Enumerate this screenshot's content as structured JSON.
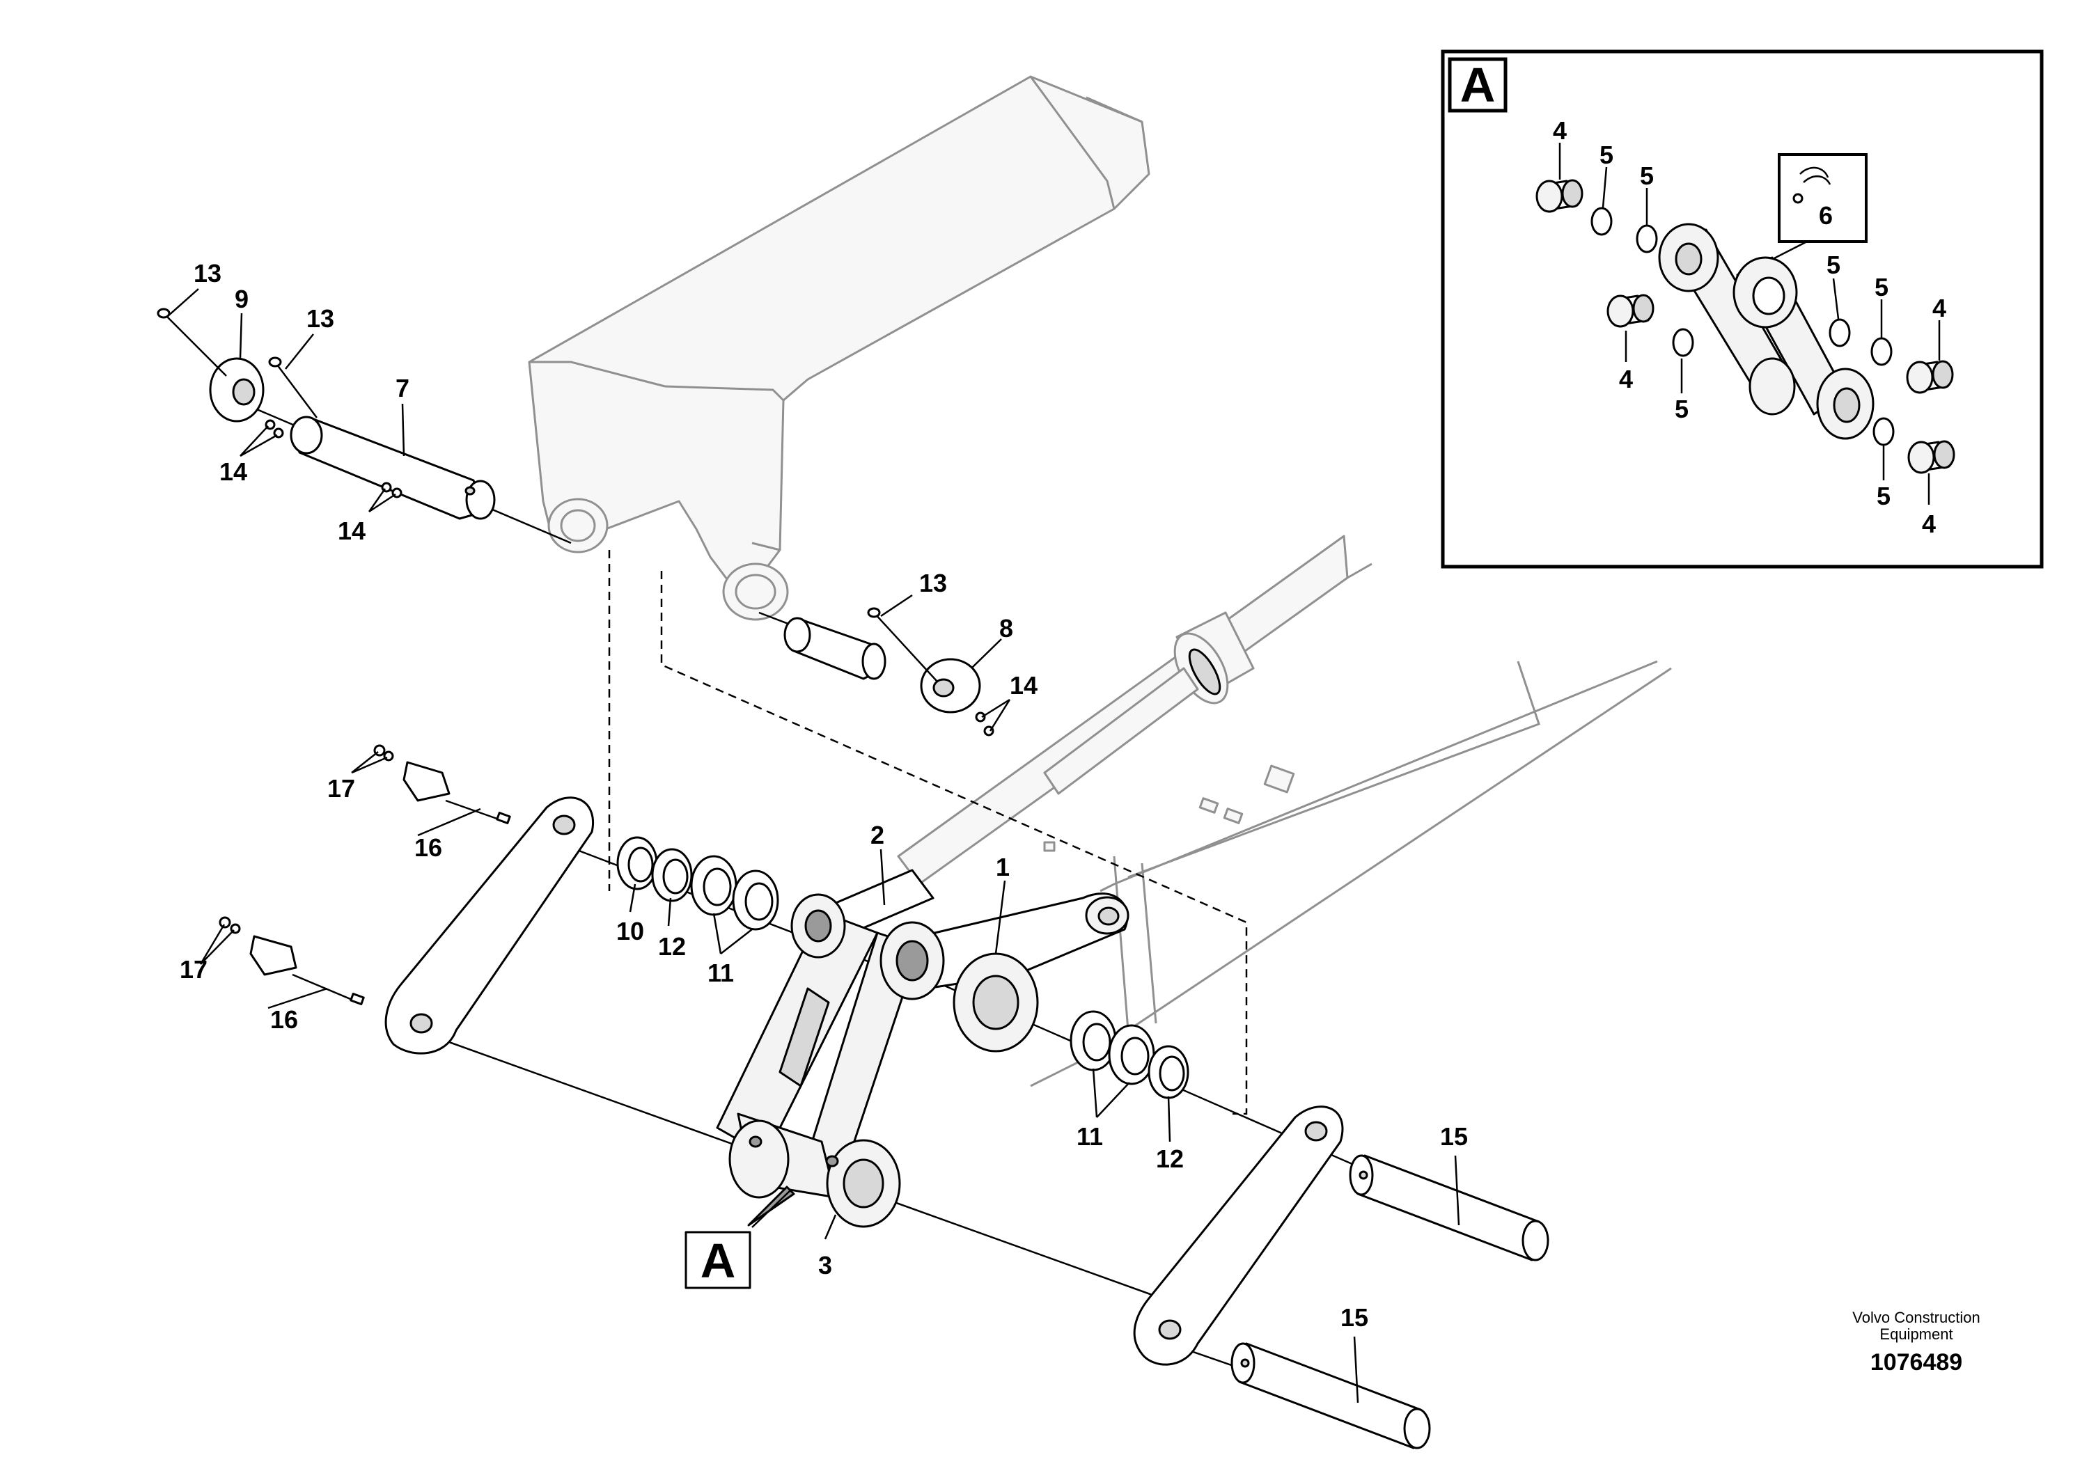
{
  "detail_view": {
    "tag": "A"
  },
  "view_marker": {
    "tag": "A"
  },
  "callouts": {
    "c1": "1",
    "c2": "2",
    "c3": "3",
    "c7": "7",
    "c8": "8",
    "c9": "9",
    "c10": "10",
    "c11a": "11",
    "c11b": "11",
    "c12a": "12",
    "c12b": "12",
    "c13a": "13",
    "c13b": "13",
    "c13c": "13",
    "c14a": "14",
    "c14b": "14",
    "c14c": "14",
    "c15a": "15",
    "c15b": "15",
    "c16a": "16",
    "c16b": "16",
    "c17a": "17",
    "c17b": "17"
  },
  "detail_callouts": {
    "d4a": "4",
    "d4b": "4",
    "d4c": "4",
    "d4d": "4",
    "d5a": "5",
    "d5b": "5",
    "d5c": "5",
    "d5d": "5",
    "d5e": "5",
    "d5f": "5",
    "d6": "6"
  },
  "footer": {
    "maker_line1": "Volvo Construction",
    "maker_line2": "Equipment",
    "drawing_number": "1076489"
  }
}
